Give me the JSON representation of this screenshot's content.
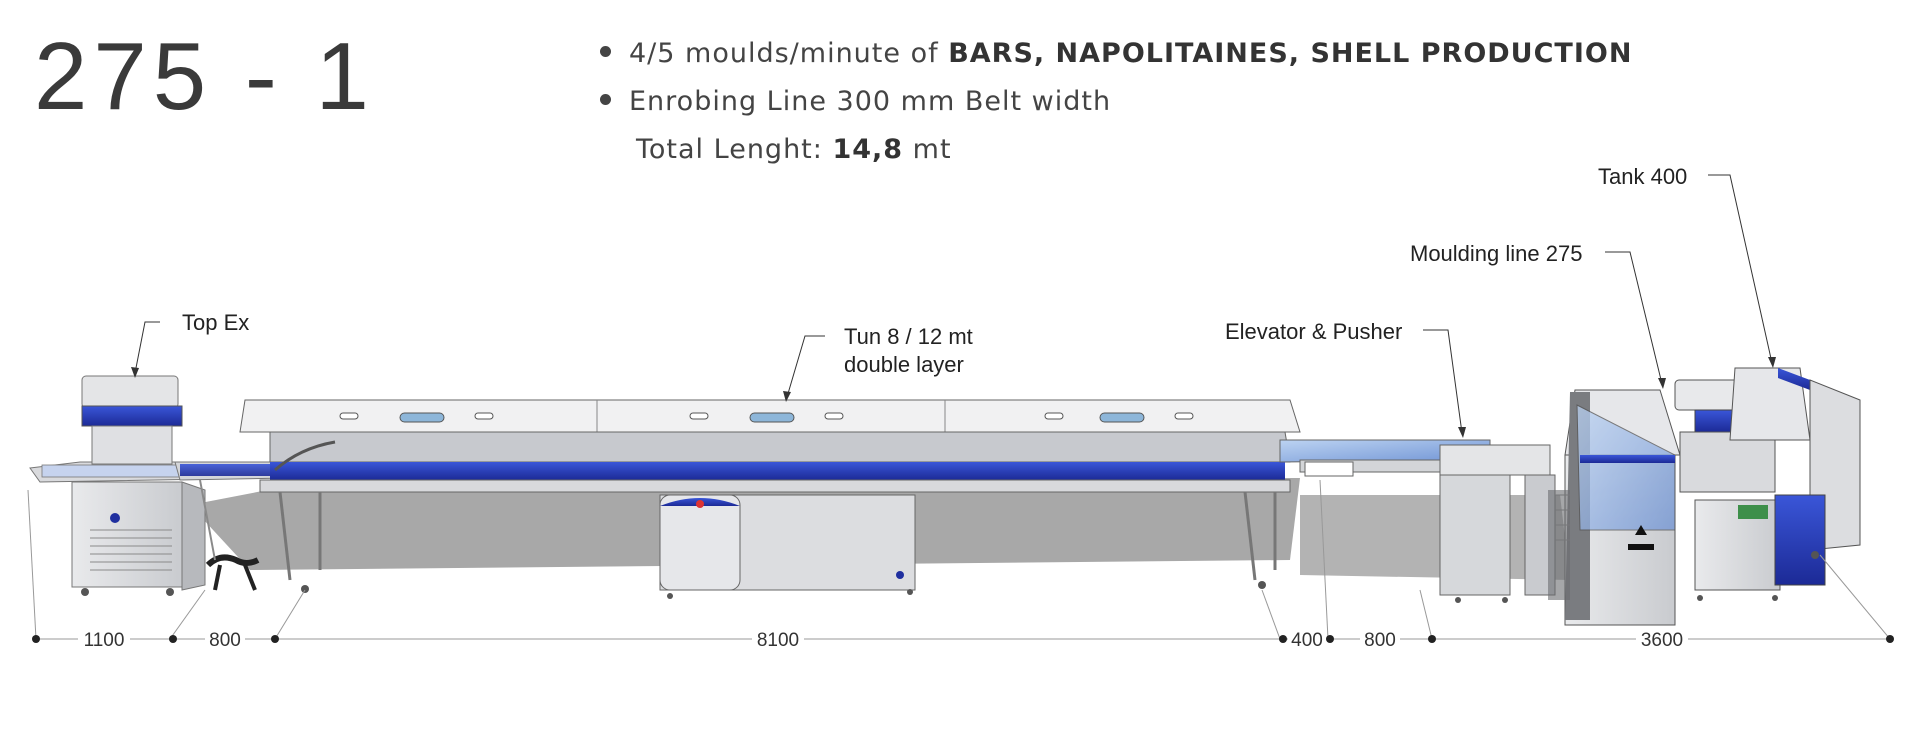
{
  "header": {
    "model": "275 - 1",
    "bullets": [
      {
        "prefix": "4/5 moulds/minute of ",
        "strong": "BARS, NAPOLITAINES, SHELL PRODUCTION"
      },
      {
        "prefix": "Enrobing Line 300 mm Belt width"
      }
    ],
    "total_prefix": "Total Lenght: ",
    "total_value": "14,8",
    "total_unit": " mt"
  },
  "labels": {
    "top_ex": "Top Ex",
    "tunnel_line1": "Tun 8 / 12 mt",
    "tunnel_line2": "double layer",
    "elevator": "Elevator & Pusher",
    "moulding": "Moulding line 275",
    "tank": "Tank 400"
  },
  "dimensions": [
    "1100",
    "800",
    "8100",
    "400",
    "800",
    "3600"
  ],
  "colors": {
    "accent": "#2b3fbf",
    "panel_blue": "#1f2f9f",
    "machine_grey": "#d4d6da",
    "shadow": "#a9a9a9"
  }
}
